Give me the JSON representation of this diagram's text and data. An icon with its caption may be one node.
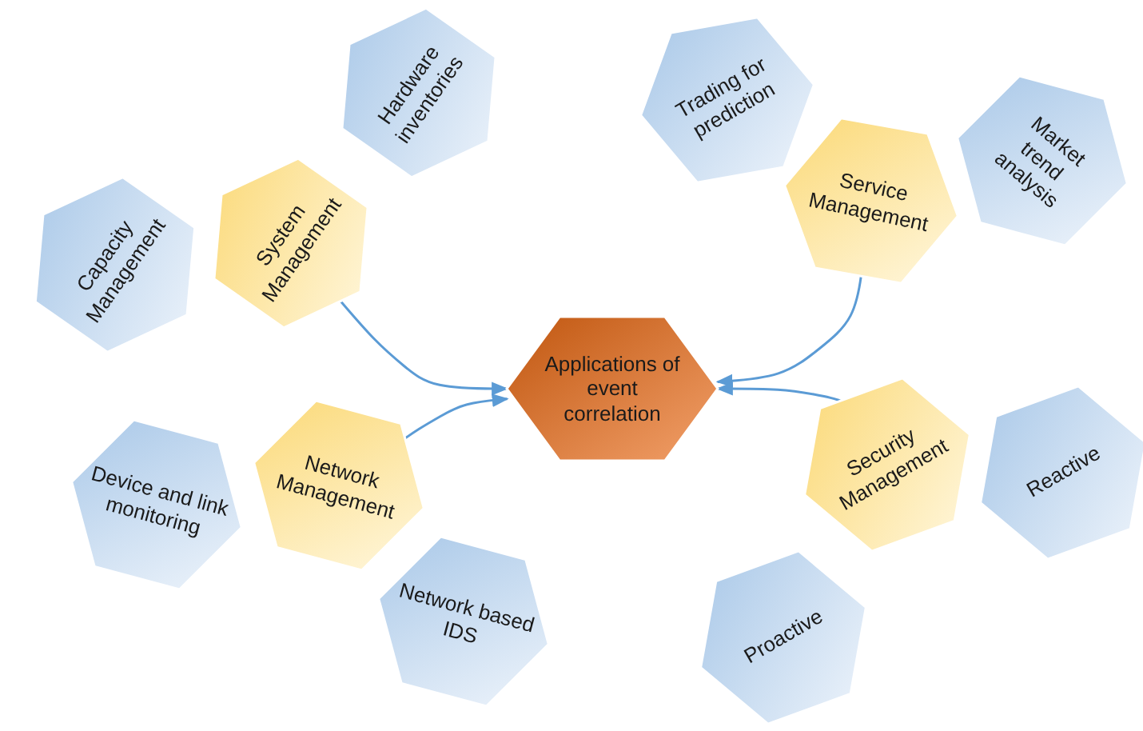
{
  "diagram": {
    "nodes": [
      {
        "text": [
          "Hardware inventories"
        ]
      },
      {
        "text": [
          "Trading for prediction"
        ]
      },
      {
        "text": [
          "Market trend analysis"
        ]
      },
      {
        "text": [
          "Service Management"
        ]
      },
      {
        "text": [
          "Capacity Management"
        ]
      },
      {
        "text": [
          "System Management"
        ]
      },
      {
        "text": [
          "Applications of event correlation"
        ]
      },
      {
        "text": [
          "Device and link monitoring"
        ]
      },
      {
        "text": [
          "Network Management"
        ]
      },
      {
        "text": [
          "Security Management"
        ]
      },
      {
        "text": [
          "Reactive"
        ]
      },
      {
        "text": [
          "Network based IDS"
        ]
      },
      {
        "text": [
          "Proactive"
        ]
      }
    ],
    "edges": [
      {
        "from": 5,
        "to": 6,
        "arrow": "to"
      },
      {
        "from": 3,
        "to": 6,
        "arrow": "to"
      },
      {
        "from": 8,
        "to": 6,
        "arrow": "to"
      },
      {
        "from": 9,
        "to": 6,
        "arrow": "to"
      }
    ]
  }
}
